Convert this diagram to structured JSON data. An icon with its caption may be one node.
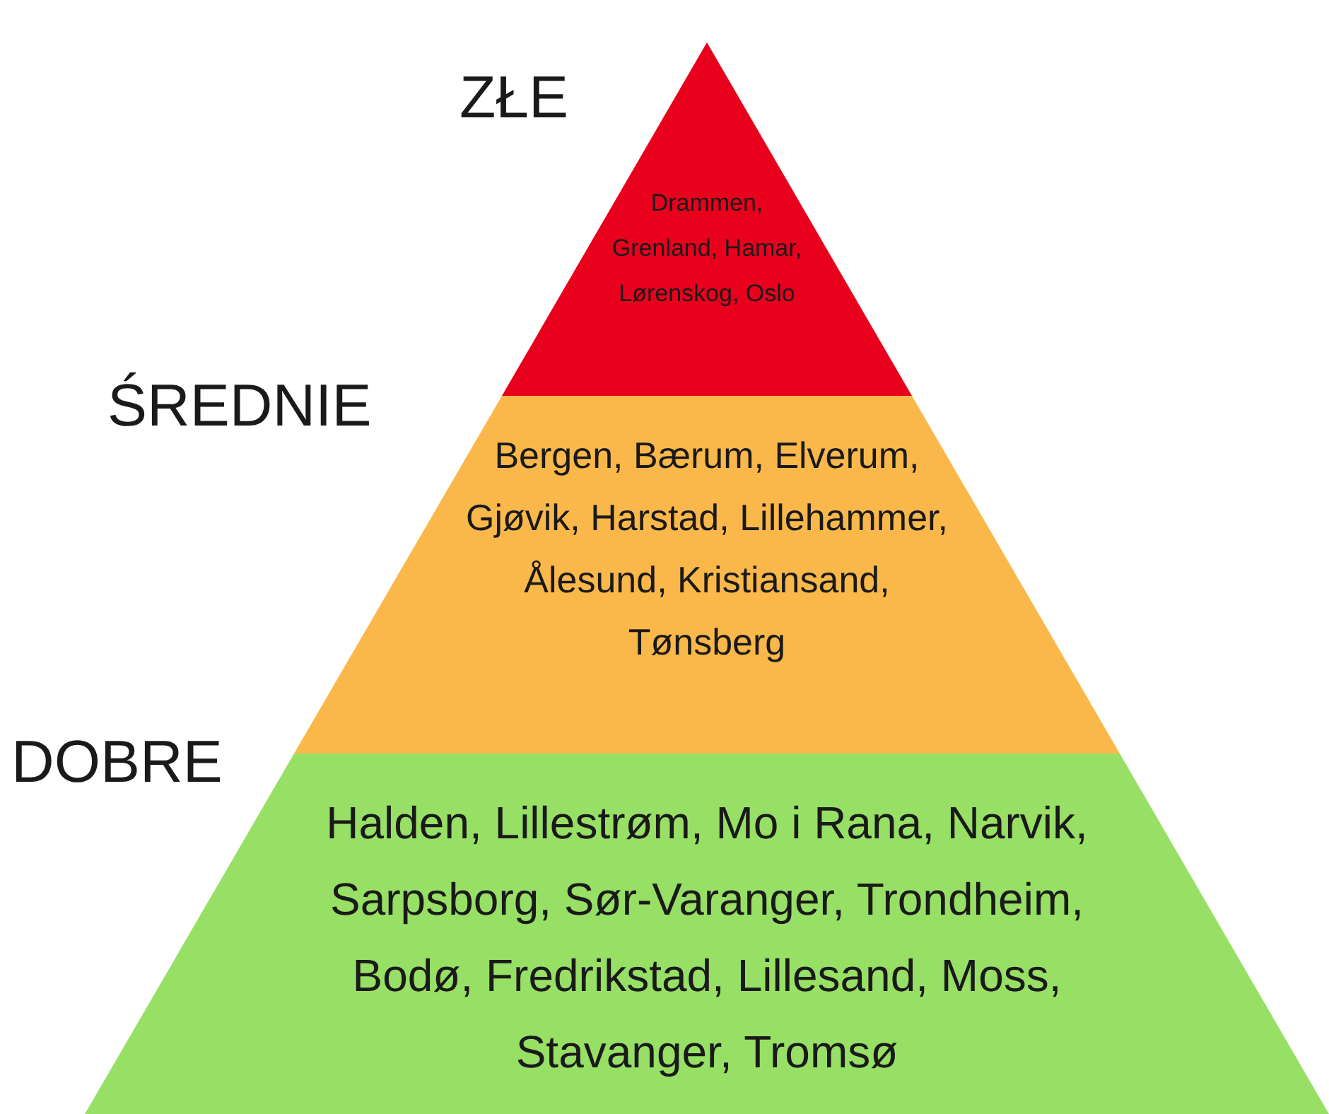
{
  "diagram": {
    "nodes": [
      {
        "text": [
          "Drammen, Grenland, Hamar, Lørenskog, Oslo"
        ],
        "beside": [
          "ZŁE"
        ]
      },
      {
        "text": [
          "Bergen, Bærum, Elverum, Gjøvik, Harstad, Lillehammer, Ålesund, Kristiansand, Tønsberg"
        ],
        "beside": [
          "ŚREDNIE"
        ]
      },
      {
        "text": [
          "Halden, Lillestrøm, Mo i Rana, Narvik, Sarpsborg, Sør-Varanger, Trondheim, Bodø, Fredrikstad, Lillesand, Moss, Stavanger, Tromsø"
        ],
        "beside": [
          "DOBRE"
        ]
      }
    ]
  }
}
